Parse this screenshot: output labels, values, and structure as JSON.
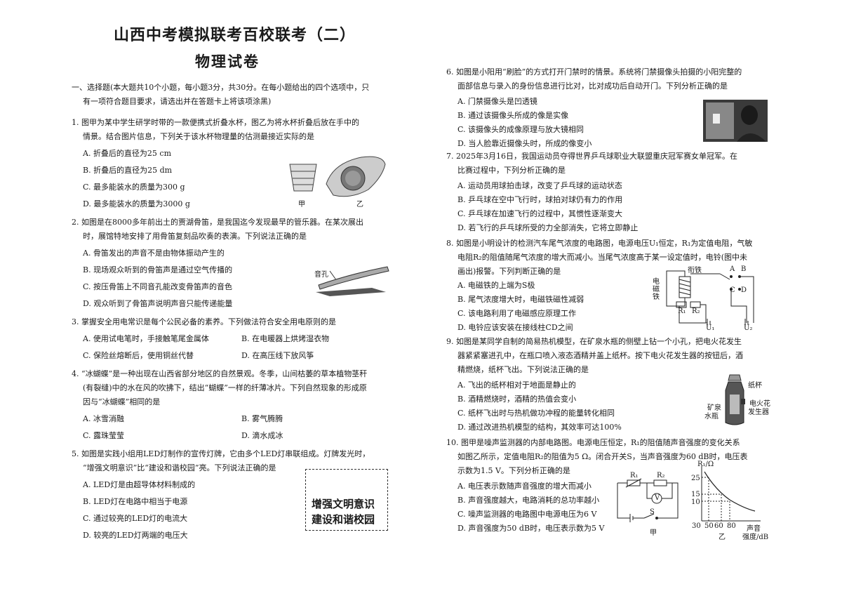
{
  "header": {
    "title": "山西中考模拟联考百校联考（二）",
    "subtitle": "物理试卷"
  },
  "left": {
    "section1": [
      "一、选择题(本大题共10个小题，每小题3分，共30分。在每小题给出的四个选项中，只",
      "有一项符合题目要求，请选出并在答题卡上将该项涂黑)"
    ],
    "q1": {
      "stem": [
        "1. 图甲为某中学生研学时带的一款便携式折叠水杯，图乙为将水杯折叠后放在手中的",
        "情景。结合图片信息，下列关于该水杯物理量的估测最接近实际的是"
      ],
      "options": [
        "A. 折叠后的直径为25 cm",
        "B. 折叠后的直径为25 dm",
        "C. 最多能装水的质量为300 g",
        "D. 最多能装水的质量为3000 g"
      ],
      "fig_labels": [
        "甲",
        "乙"
      ]
    },
    "q2": {
      "stem": [
        "2. 如图是在8000多年前出土的贾湖骨笛，是我国迄今发现最早的管乐器。在某次展出",
        "时，展馆特地安排了用骨笛复刻品吹奏的表演。下列说法正确的是"
      ],
      "options": [
        "A. 骨笛发出的声音不是由物体振动产生的",
        "B. 现场观众听到的骨笛声是通过空气传播的",
        "C. 按压骨笛上不同音孔能改变骨笛声的音色",
        "D. 观众听到了骨笛声说明声音只能传递能量"
      ],
      "fig_label": "音孔"
    },
    "q3": {
      "stem": "3. 掌握安全用电常识是每个公民必备的素养。下列做法符合安全用电原则的是",
      "options": [
        "A. 使用试电笔时，手接触笔尾金属体",
        "B. 在电暖器上烘烤湿衣物",
        "C. 保险丝熔断后，使用铜丝代替",
        "D. 在高压线下放风筝"
      ]
    },
    "q4": {
      "stem": [
        "4. “冰蝴蝶”是一种出现在山西省部分地区的自然景观。冬季，山间枯萎的草本植物茎秆",
        "(有裂缝)中的水在风的吹拂下，结出“蝴蝶”一样的纤薄冰片。下列自然现象的形成原",
        "因与“冰蝴蝶”相同的是"
      ],
      "options": [
        "A. 冰雪消融",
        "B. 雾气腾腾",
        "C. 露珠莹莹",
        "D. 滴水成冰"
      ]
    },
    "q5": {
      "stem": [
        "5. 如图是实践小组用LED灯制作的宣传灯牌，它由多个LED灯串联组成。灯牌发光时，",
        "“增强文明意识”比“建设和谐校园”亮。下列说法正确的是"
      ],
      "options": [
        "A. LED灯是由超导体材料制成的",
        "B. LED灯在电路中相当于电源",
        "C. 通过较亮的LED灯的电流大",
        "D. 较亮的LED灯两端的电压大"
      ],
      "banner": [
        "增强文明意识",
        "建设和谐校园"
      ]
    }
  },
  "right": {
    "q6": {
      "stem": [
        "6. 如图是小阳用“刷脸”的方式打开门禁时的情景。系统将门禁摄像头拍摄的小阳完整的",
        "面部信息与录入的身份信息进行比对，比对成功后自动开门。下列分析正确的是"
      ],
      "options": [
        "A. 门禁摄像头是凹透镜",
        "B. 通过该摄像头所成的像是实像",
        "C. 该摄像头的成像原理与放大镜相同",
        "D. 当人脸靠近摄像头时，所成的像变小"
      ]
    },
    "q7": {
      "stem": [
        "7. 2025年3月16日，我国运动员夺得世界乒乓球职业大联盟重庆冠军赛女单冠军。在",
        "比赛过程中，下列分析正确的是"
      ],
      "options": [
        "A. 运动员用球拍击球，改变了乒乓球的运动状态",
        "B. 乒乓球在空中飞行时，球拍对球仍有力的作用",
        "C. 乒乓球在加速飞行的过程中，其惯性逐渐变大",
        "D. 若飞行的乒乓球所受的力全部消失，它将立即静止"
      ]
    },
    "q8": {
      "stem": [
        "8. 如图是小明设计的检测汽车尾气浓度的电路图，电源电压U₁恒定，R₁为定值电阻，气敏",
        "电阻R₂的阻值随尾气浓度的增大而减小。当尾气浓度高于某一设定值时，电铃(图中未",
        "画出)报警。下列判断正确的是"
      ],
      "options": [
        "A. 电磁铁的上端为S极",
        "B. 尾气浓度增大时，电磁铁磁性减弱",
        "C. 该电路利用了电磁感应原理工作",
        "D. 电铃应该安装在接线柱CD之间"
      ],
      "fig_labels": {
        "armature": "衔铁",
        "magnet": "电磁铁",
        "a": "A",
        "b": "B",
        "c": "C",
        "d": "D",
        "r1": "R₁",
        "r2": "R₂",
        "u1": "U₁",
        "u2": "U₂"
      }
    },
    "q9": {
      "stem": [
        "9. 如图是某同学自制的简易热机模型，在矿泉水瓶的侧壁上钻一个小孔，把电火花发生",
        "器紧紧塞进孔中，在瓶口喷入液态酒精并盖上纸杯。按下电火花发生器的按钮后，酒",
        "精燃烧，纸杯飞出。下列说法正确的是"
      ],
      "options": [
        "A. 飞出的纸杯相对于地面是静止的",
        "B. 酒精燃烧时，酒精的热值会变小",
        "C. 纸杯飞出时与热机做功冲程的能量转化相同",
        "D. 通过改进热机模型的结构，其效率可达100%"
      ],
      "fig_labels": {
        "cup": "纸杯",
        "spark": "电火花",
        "spark2": "发生器",
        "bottle": "矿泉",
        "bottle2": "水瓶"
      }
    },
    "q10": {
      "stem": [
        "10. 图甲是噪声监测器的内部电路图。电源电压恒定，R₁的阻值随声音强度的变化关系",
        "如图乙所示，定值电阻R₂的阻值为5 Ω。闭合开关S，当声音强度为60 dB时，电压表",
        "示数为1.5 V。下列分析正确的是"
      ],
      "options": [
        "A. 电压表示数随声音强度的增大而减小",
        "B. 声音强度越大，电路消耗的总功率越小",
        "C. 噪声监测器的电路图中电源电压为6 V",
        "D. 声音强度为50 dB时，电压表示数为5 V"
      ],
      "fig_labels": {
        "r1": "R₁",
        "r2": "R₂",
        "v": "V",
        "s": "S",
        "jia": "甲",
        "yi": "乙",
        "ylabel": "R₁/Ω",
        "xlabel1": "声音",
        "xlabel2": "强度/dB"
      },
      "graph_ticks_y": [
        "25",
        "15",
        "10"
      ],
      "graph_ticks_x": [
        "30",
        "50",
        "60",
        "80"
      ]
    }
  }
}
